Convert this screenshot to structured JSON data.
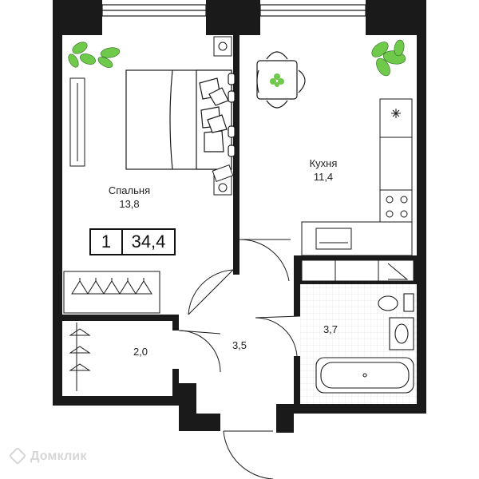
{
  "rooms": {
    "bedroom": {
      "name": "Спальня",
      "area": "13,8"
    },
    "kitchen": {
      "name": "Кухня",
      "area": "11,4"
    },
    "closet": {
      "area": "2,0"
    },
    "hall": {
      "area": "3,5"
    },
    "bathroom": {
      "area": "3,7"
    }
  },
  "summary": {
    "rooms_count": "1",
    "total_area": "34,4"
  },
  "watermark": {
    "text": "Домклик"
  },
  "colors": {
    "wall": "#1a1a1a",
    "plant": "#6fc94a",
    "tile": "#e8e8e8"
  }
}
